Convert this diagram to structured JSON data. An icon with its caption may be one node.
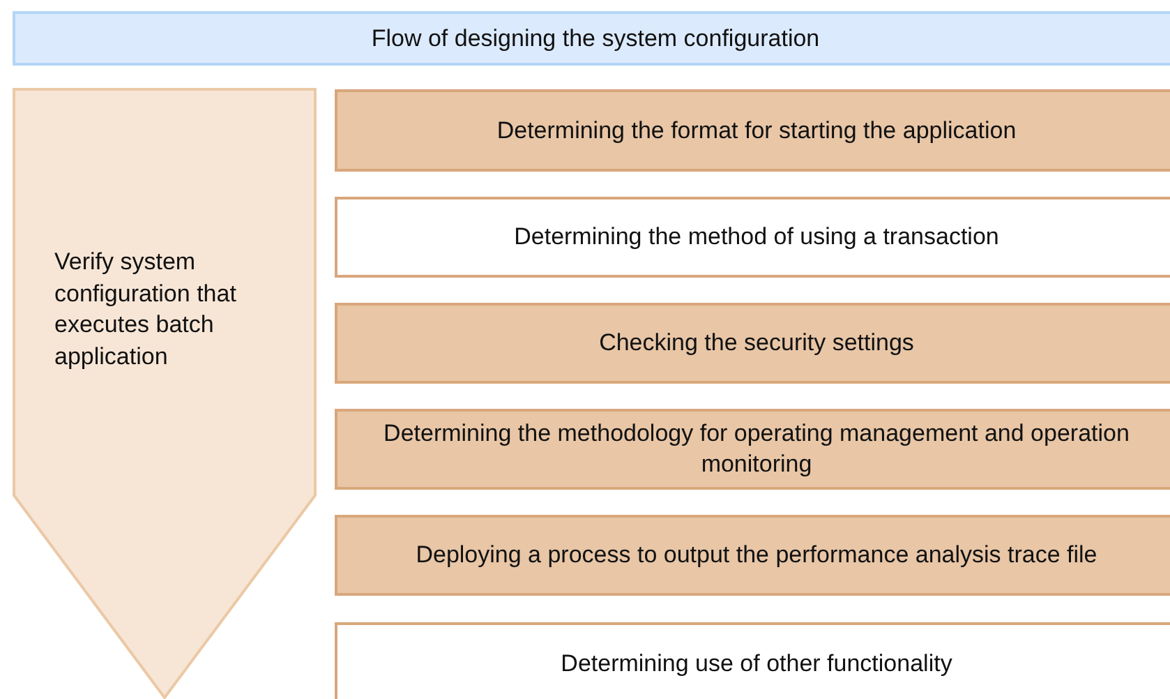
{
  "diagram": {
    "nodes": [
      {
        "text": [
          "Flow of designing the system configuration"
        ]
      },
      {
        "text": [
          "Verify system configuration that executes batch application"
        ]
      },
      {
        "text": [
          "Determining the format for starting the application"
        ]
      },
      {
        "text": [
          "Determining the method of using a transaction"
        ]
      },
      {
        "text": [
          "Checking the security settings"
        ]
      },
      {
        "text": [
          "Determining the methodology for operating management and operation monitoring"
        ]
      },
      {
        "text": [
          "Deploying a process to output the performance analysis trace file"
        ]
      },
      {
        "text": [
          "Determining use of other functionality"
        ]
      }
    ]
  }
}
